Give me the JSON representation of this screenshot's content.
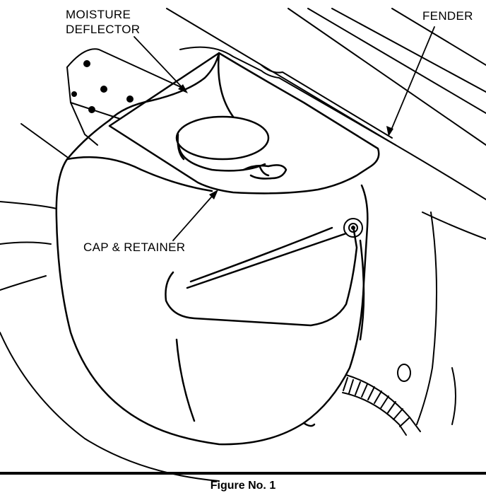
{
  "labels": {
    "moisture_line1": "MOISTURE",
    "moisture_line2": "DEFLECTOR",
    "fender": "FENDER",
    "cap_retainer": "CAP & RETAINER"
  },
  "caption": "Figure No. 1"
}
